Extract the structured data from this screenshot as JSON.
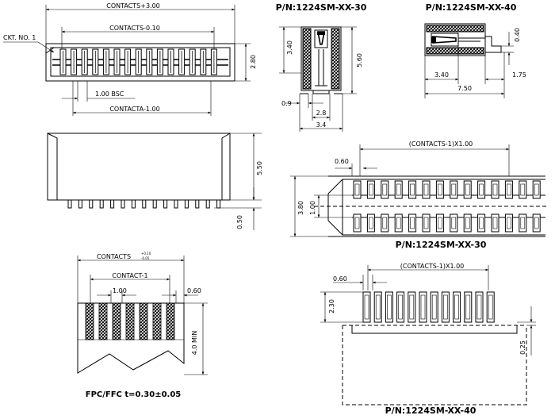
{
  "diagram": {
    "top_left": {
      "dim_overall": "CONTACTS+3.00",
      "dim_inner": "CONTACTS-0.10",
      "ckt_label": "CKT. NO. 1",
      "dim_height": "2.80",
      "dim_pitch": "1.00  BSC",
      "dim_span": "CONTACTA-1.00"
    },
    "top_middle": {
      "title": "P/N:1224SM-XX-30",
      "dim_340": "3.40",
      "dim_560": "5.60",
      "dim_09": "0.9",
      "dim_28": "2.8",
      "dim_34": "3.4"
    },
    "top_right": {
      "title": "P/N:1224SM-XX-40",
      "dim_040": "0.40",
      "dim_340": "3.40",
      "dim_175": "1.75",
      "dim_750": "7.50"
    },
    "side_view": {
      "dim_550": "5.50",
      "dim_050": "0.50"
    },
    "pcb30": {
      "dim_pitch_span": "(CONTACTS-1)X1.00",
      "dim_060": "0.60",
      "dim_380": "3.80",
      "dim_100": "1.00",
      "caption": "P/N:1224SM-XX-30"
    },
    "fpc": {
      "dim_contacts": "CONTACTS",
      "tol_plus": "+0.10",
      "tol_minus": "-0.05",
      "dim_contact1": "CONTACT-1",
      "dim_100": "1.00",
      "dim_060": "0.60",
      "dim_min": "4.0 MIN",
      "caption": "FPC/FFC t=0.30±0.05"
    },
    "pcb40": {
      "dim_060": "0.60",
      "dim_pitch_span": "(CONTACTS-1)X1.00",
      "dim_230": "2.30",
      "dim_025": "0.25",
      "caption": "P/N:1224SM-XX-40"
    }
  }
}
